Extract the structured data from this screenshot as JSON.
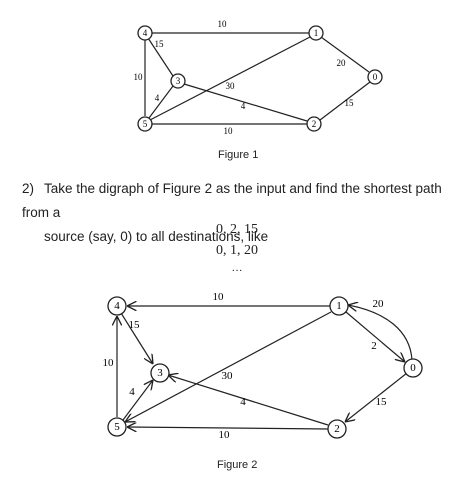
{
  "figure1": {
    "caption": "Figure 1",
    "nodes": [
      "0",
      "1",
      "2",
      "3",
      "4",
      "5"
    ],
    "edges": [
      {
        "from": "4",
        "to": "1",
        "weight": "10"
      },
      {
        "from": "4",
        "to": "3",
        "weight": "15"
      },
      {
        "from": "4",
        "to": "5",
        "weight": "10"
      },
      {
        "from": "5",
        "to": "3",
        "weight": "4"
      },
      {
        "from": "3",
        "to": "2",
        "weight": "4"
      },
      {
        "from": "5",
        "to": "1",
        "weight": "30"
      },
      {
        "from": "5",
        "to": "2",
        "weight": "10"
      },
      {
        "from": "1",
        "to": "0",
        "weight": "20"
      },
      {
        "from": "0",
        "to": "2",
        "weight": "15"
      }
    ]
  },
  "question": {
    "number": "2)",
    "line1": "Take the digraph of Figure 2 as the input and find the shortest path from a",
    "line2": "source (say, 0) to all destinations, like",
    "examples": [
      "0, 2, 15",
      "0, 1, 20",
      "…"
    ]
  },
  "figure2": {
    "caption": "Figure 2",
    "nodes": [
      "0",
      "1",
      "2",
      "3",
      "4",
      "5"
    ],
    "edges": [
      {
        "from": "1",
        "to": "4",
        "weight": "10"
      },
      {
        "from": "4",
        "to": "3",
        "weight": "15"
      },
      {
        "from": "5",
        "to": "4",
        "weight": "10"
      },
      {
        "from": "5",
        "to": "3",
        "weight": "4"
      },
      {
        "from": "2",
        "to": "3",
        "weight": "4"
      },
      {
        "from": "1",
        "to": "5",
        "weight": "30"
      },
      {
        "from": "2",
        "to": "5",
        "weight": "10"
      },
      {
        "from": "0",
        "to": "1",
        "weight": "20"
      },
      {
        "from": "1",
        "to": "0",
        "weight": "2"
      },
      {
        "from": "0",
        "to": "2",
        "weight": "15"
      }
    ]
  }
}
